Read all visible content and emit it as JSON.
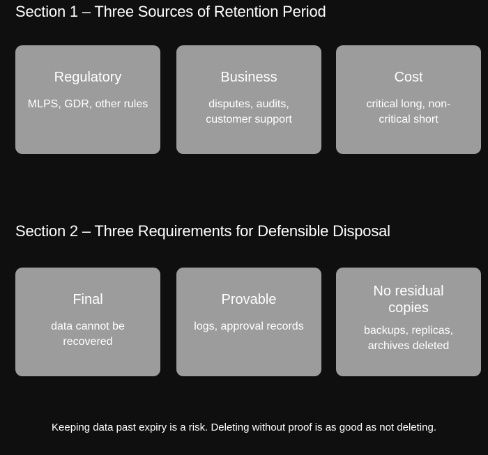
{
  "section1": {
    "title": "Section 1 – Three Sources of Retention Period",
    "cards": [
      {
        "title": "Regulatory",
        "desc": "MLPS, GDR, other rules"
      },
      {
        "title": "Business",
        "desc": "disputes, audits, customer support"
      },
      {
        "title": "Cost",
        "desc": "critical long, non-critical short"
      }
    ]
  },
  "section2": {
    "title": "Section 2 – Three Requirements for Defensible Disposal",
    "cards": [
      {
        "title": "Final",
        "desc": "data cannot be recovered"
      },
      {
        "title": "Provable",
        "desc": "logs, approval records"
      },
      {
        "title": "No residual copies",
        "desc": "backups, replicas, archives deleted"
      }
    ]
  },
  "footer": {
    "note": "Keeping data past expiry is a risk. Deleting without proof is as good as not deleting."
  },
  "colors": {
    "background": "#0f0f0f",
    "card": "#9c9c9c",
    "text": "#ffffff"
  }
}
